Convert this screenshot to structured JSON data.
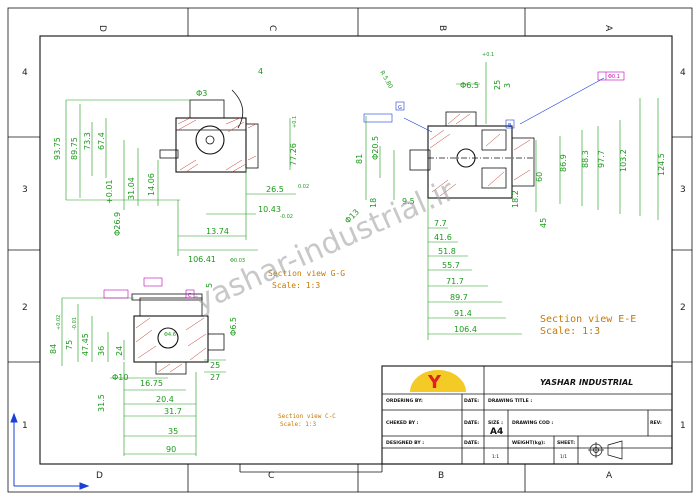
{
  "zones": {
    "top": [
      "D",
      "C",
      "B",
      "A"
    ],
    "bottom": [
      "D",
      "C",
      "B",
      "A"
    ],
    "left": [
      "4",
      "3",
      "2",
      "1"
    ],
    "right": [
      "4",
      "3",
      "2",
      "1"
    ]
  },
  "view_gg": {
    "caption": "Section view G-G",
    "scale": "Scale:  1:3",
    "dims": {
      "d93_75": "93.75",
      "d89_75": "89.75",
      "d73_3": "73.3",
      "d67_4": "67.4",
      "d31_04": "31.04",
      "d14_06": "14.06",
      "d26_9": "Φ26.9",
      "d3": "Φ3",
      "d106_41": "106.41",
      "d13_74": "13.74",
      "d10_43": "10.43",
      "d26_5": "26.5",
      "d77_26": "77.26",
      "d4": "4",
      "tol_a": "+0.1",
      "tol_b": "-0.02",
      "tol_c": "+0.01",
      "tol_d": "Φ0.03",
      "tol_e": "0.02"
    }
  },
  "view_ee": {
    "caption": "Section view E-E",
    "scale": "Scale:   1:3",
    "dims": {
      "d6_5": "Φ6.5",
      "tol_01": "+0.1",
      "d25": "25",
      "r5": "R 5.80",
      "gd": "Φ0.1",
      "d81": "81",
      "d20_5": "Φ20.5",
      "d18": "18",
      "d13": "Φ13",
      "d9_5": "9.5",
      "d7_7": "7.7",
      "d41_6": "41.6",
      "d51_8": "51.8",
      "d55_7": "55.7",
      "d71_7": "71.7",
      "d89_7": "89.7",
      "d91_4": "91.4",
      "d106_4": "106.4",
      "d18_2": "18.2",
      "d45": "45",
      "d60": "60",
      "d86_9": "86.9",
      "d88_3": "88.3",
      "d97_7": "97.7",
      "d103_2": "103.2",
      "d124_5": "124.5",
      "d3": "3",
      "g_label": "G",
      "b_label": "B"
    }
  },
  "view_cc": {
    "caption": "Section view C-C",
    "scale": "Scale:  1:3",
    "dims": {
      "d84": "84",
      "d75": "75",
      "d47_45": "47.45",
      "d36": "36",
      "d24": "24",
      "d10": "Φ10",
      "d16_75": "16.75",
      "d20_4": "20.4",
      "d31_7": "31.7",
      "d35": "35",
      "d90": "90",
      "d31_5": "31.5",
      "d27": "27",
      "d25": "25",
      "d6_5": "Φ6.5",
      "d4_6": "Φ4.6",
      "d5": "5",
      "t1": "+0.02",
      "t2": "-0.01",
      "c_label": "C"
    }
  },
  "watermark": "yashar-industrial.ir",
  "title_block": {
    "company": "YASHAR INDUSTRIAL",
    "ordering_by": "ORDERING  BY:",
    "date1": "DATE:",
    "drawing_title": "DRAWING TITLE :",
    "checked_by": "CHEKED BY :",
    "date2": "DATE:",
    "designed_by": "DESIGNED BY :",
    "date3": "DATE:",
    "size_label": "SIZE :",
    "size_value": "A4",
    "scale_value": "1:1",
    "drawing_cod": "DRAWING COD :",
    "rev": "REV:",
    "weight": "WEIGHT(kg):",
    "sheet_label": "SHEET:",
    "sheet_value": "1/1"
  },
  "colors": {
    "dimension": "#1a9a1a",
    "hatch": "#c0392b",
    "caption": "#c87800",
    "magenta": "#c000c0",
    "blue": "#1a3fd8",
    "logo_yellow": "#f2c100",
    "logo_red": "#e02020"
  }
}
